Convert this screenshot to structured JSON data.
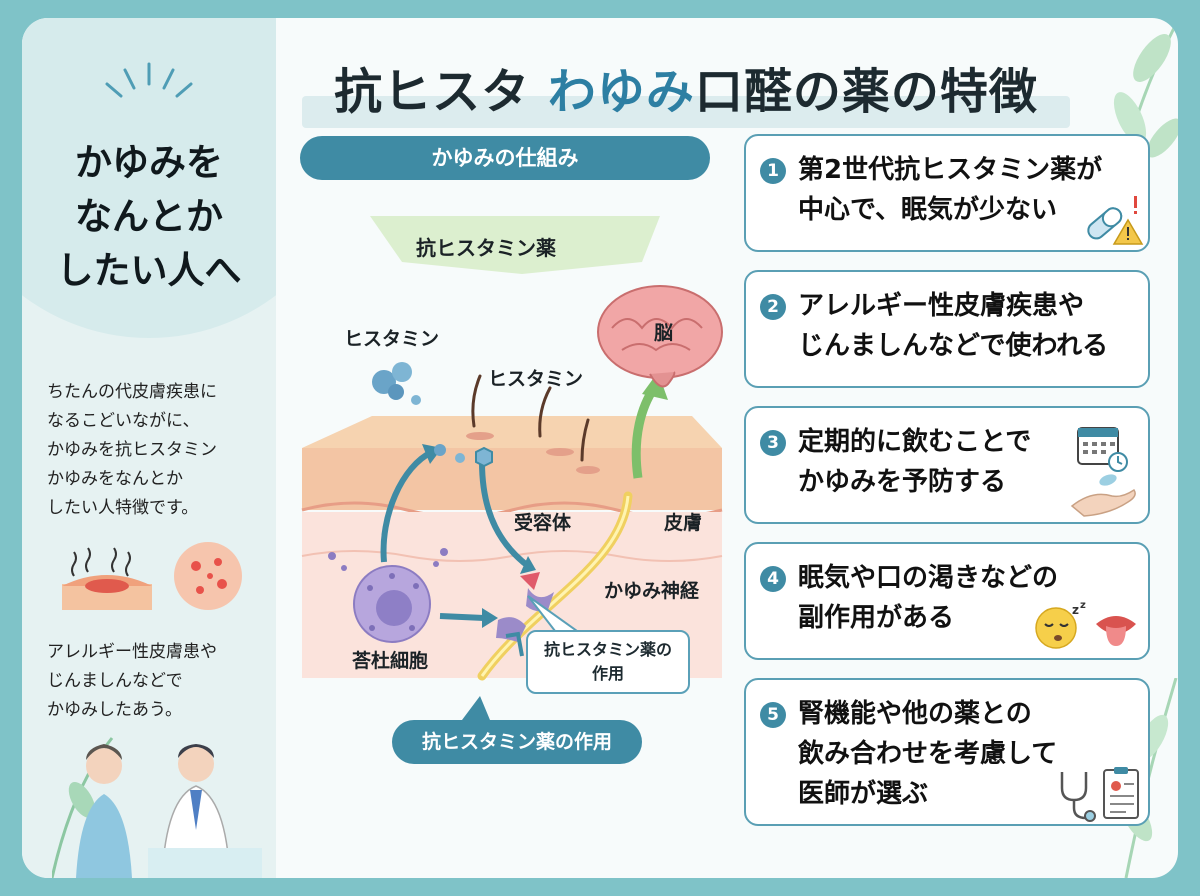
{
  "title": {
    "part1": "抗ヒスタ ",
    "highlight": "わゆみ",
    "part2": "口醛の薬の特徴"
  },
  "left": {
    "hero": "かゆみを\nなんとか\nしたい人へ",
    "desc": "ちたんの代皮膚疾患に\nなるこどいながに、\nかゆみを抗ヒスタミン\nかゆみをなんとか\nしたい人特徴です。",
    "desc2": "アレルギー性皮膚患や\nじんましんなどで\nかゆみしたあう。"
  },
  "diagram": {
    "mechanism_label": "かゆみの仕組み",
    "antihistamine_label": "抗ヒスタミン薬",
    "histamine_label_1": "ヒスタミン",
    "histamine_label_2": "ヒスタミン",
    "brain_label": "脳",
    "receptor_label": "受容体",
    "skin_label": "皮膚",
    "nerve_label": "かゆみ神経",
    "cell_label": "荅杜細胞",
    "callout_label": "抗ヒスタミン薬の\n作用",
    "bottom_label": "抗ヒスタミン薬の作用"
  },
  "cards": [
    {
      "num": "1",
      "text": "第2世代抗ヒスタミン薬が\n中心で、眠気が少ない",
      "icon": "capsule-warning-icon"
    },
    {
      "num": "2",
      "text": "アレルギー性皮膚疾患や\nじんましんなどで使われる",
      "icon": ""
    },
    {
      "num": "3",
      "text": "定期的に飲むことで\nかゆみを予防する",
      "icon": "calendar-pill-hand-icon"
    },
    {
      "num": "4",
      "text": "眠気や口の渇きなどの\n副作用がある",
      "icon": "sleepy-face-tongue-icon"
    },
    {
      "num": "5",
      "text": "腎機能や他の薬との\n飲み合わせを考慮して\n医師が選ぶ",
      "icon": "stethoscope-clipboard-icon"
    }
  ],
  "colors": {
    "accent": "#3f8ba4",
    "card_border": "#5a9fb4",
    "background": "#7fc3c8",
    "title_highlight": "#2d7fa3",
    "antihistamine_green": "#7dbf6a"
  }
}
